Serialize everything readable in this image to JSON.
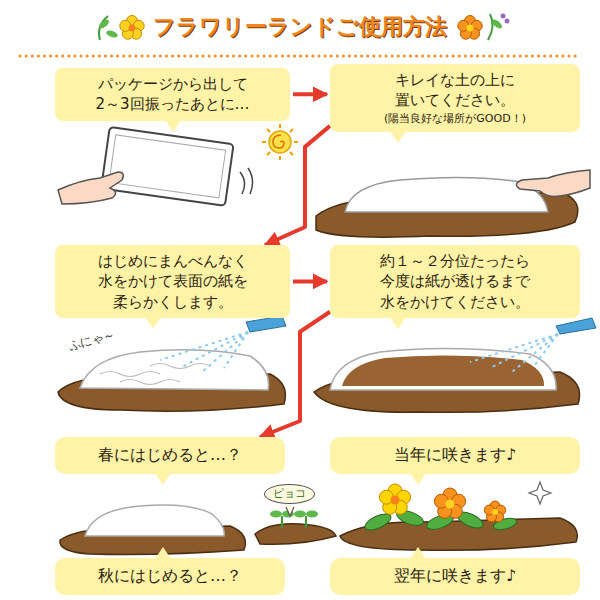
{
  "diagram": {
    "title": "フラワリーランドご使用方法",
    "nodes": [
      {
        "text": [
          "パッケージから出して 2～3回振ったあとに…"
        ]
      },
      {
        "text": [
          "キレイな土の上に 置いてください。",
          "(陽当良好な場所がGOOD！)"
        ]
      },
      {
        "text": [
          "はじめにまんべんなく 水をかけて表面の紙を 柔らかくします。"
        ]
      },
      {
        "text": [
          "約１～２分位たったら 今度は紙が透けるまで 水をかけてください。"
        ]
      },
      {
        "text": [
          "春にはじめると…？"
        ]
      },
      {
        "text": [
          "当年に咲きます♪"
        ]
      },
      {
        "text": [
          "ピョコ"
        ]
      },
      {
        "text": [
          "秋にはじめると…？"
        ]
      },
      {
        "text": [
          "翌年に咲きます♪"
        ]
      }
    ],
    "edges": [
      {
        "from": 0,
        "to": 1,
        "arrow": "to"
      },
      {
        "from": 1,
        "to": 2,
        "arrow": "to"
      },
      {
        "from": 2,
        "to": 3,
        "arrow": "to"
      },
      {
        "from": 3,
        "to": 4,
        "arrow": "to"
      }
    ],
    "labels": [
      "ふにゃ～"
    ]
  }
}
